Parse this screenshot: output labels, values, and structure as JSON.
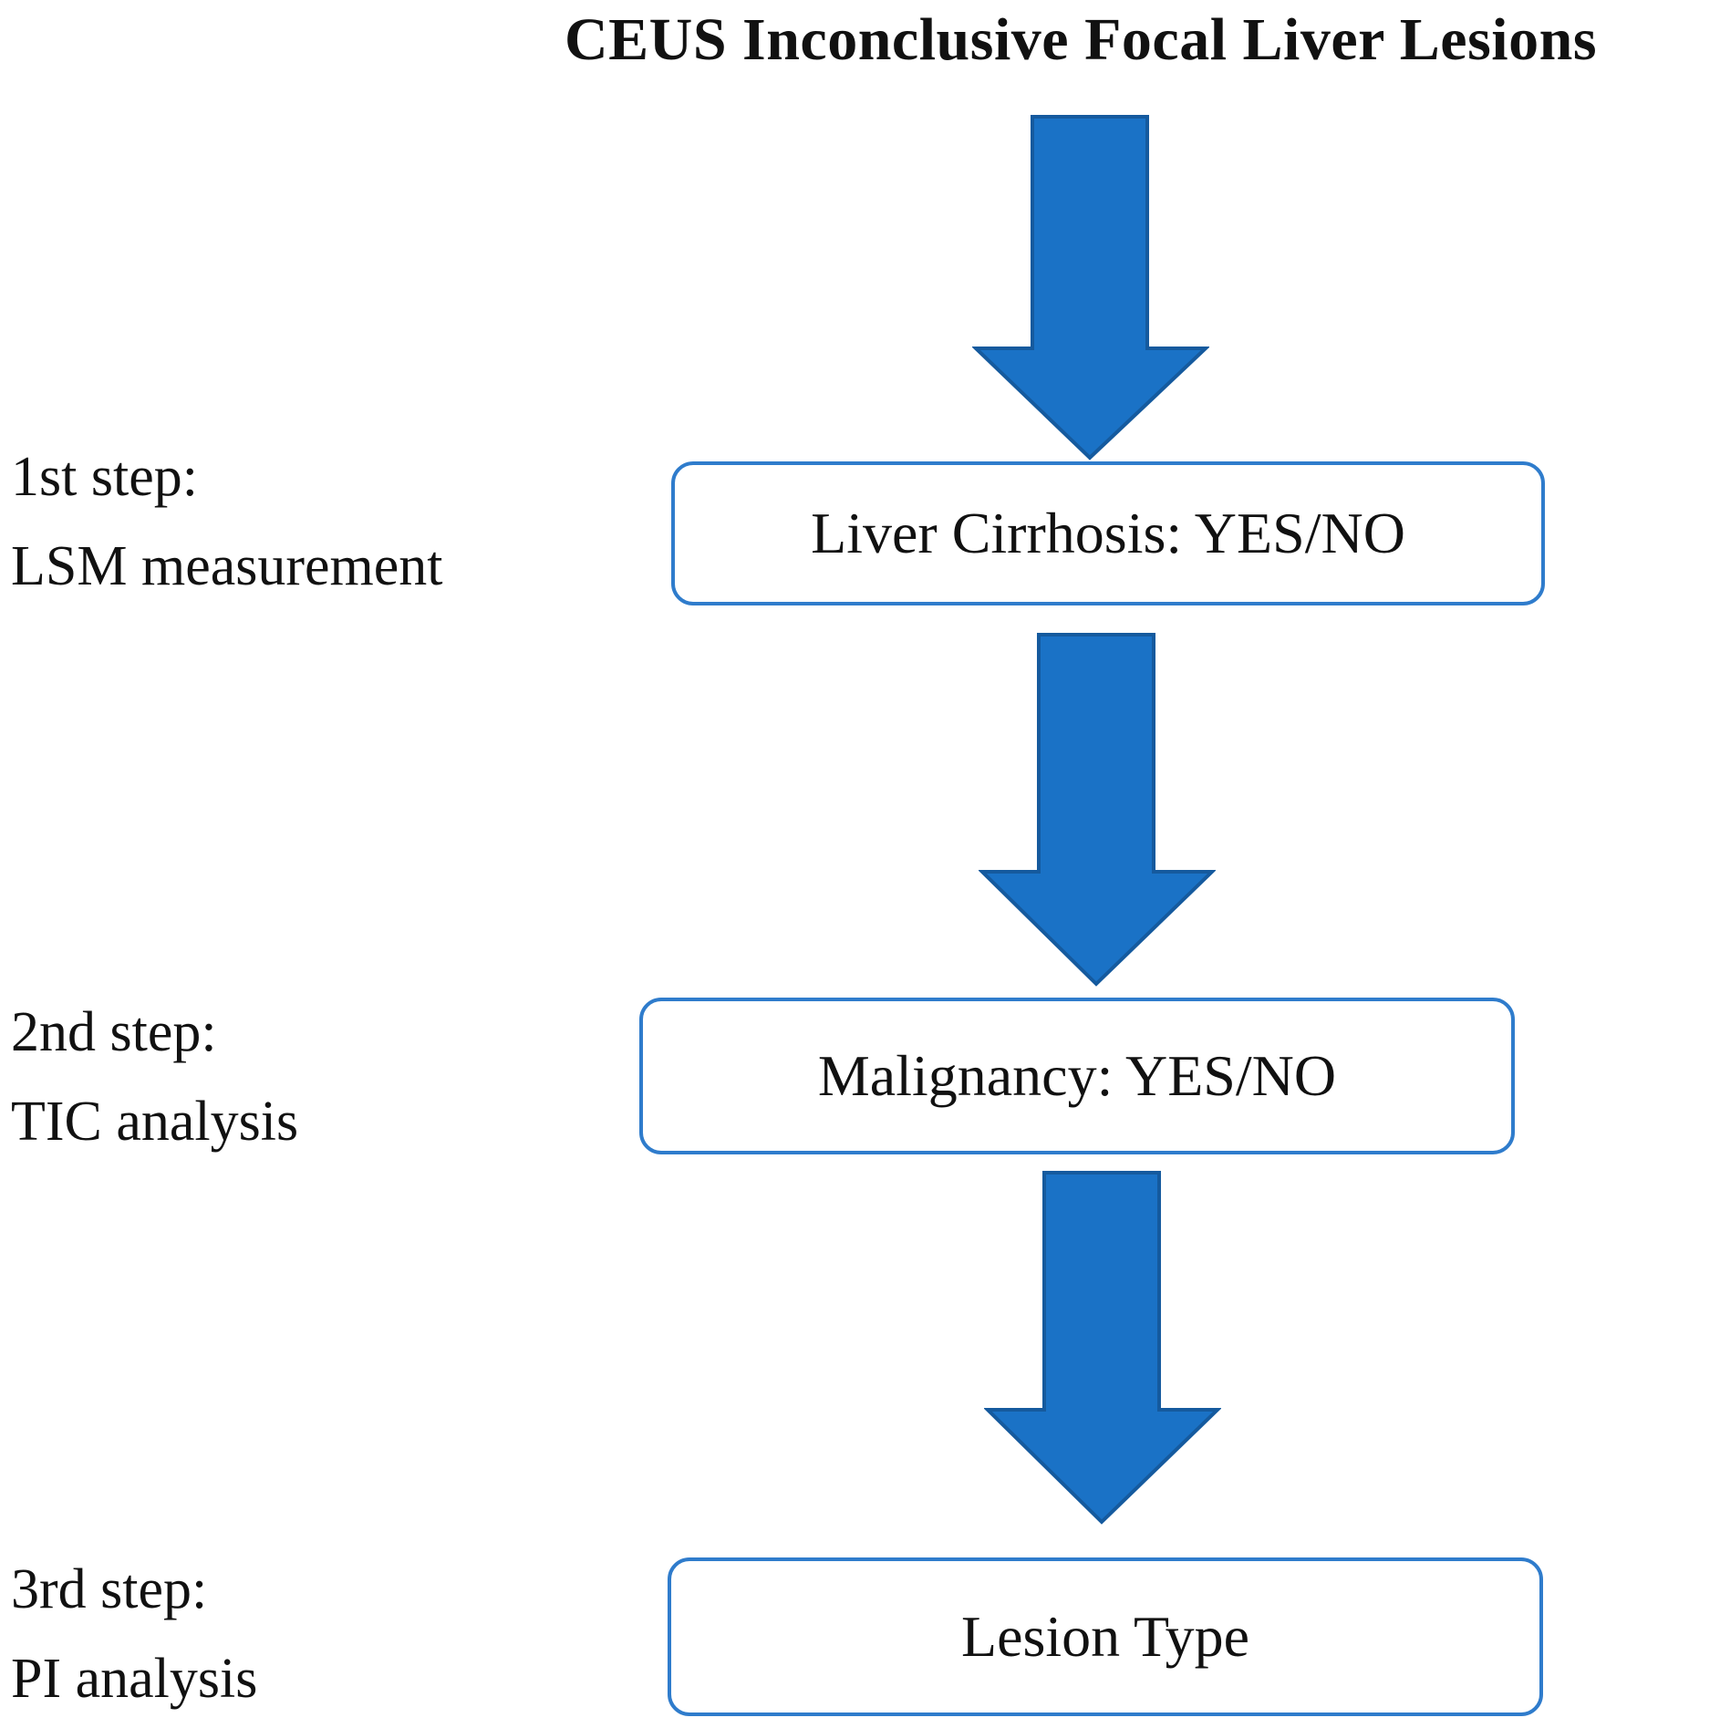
{
  "title": "CEUS Inconclusive Focal Liver Lesions",
  "colors": {
    "arrow_fill": "#1a72c6",
    "arrow_stroke": "#155a9e",
    "box_border": "#2f7ccc"
  },
  "steps": [
    {
      "label_line1": "1st step:",
      "label_line2": "LSM measurement",
      "box_text": "Liver Cirrhosis: YES/NO"
    },
    {
      "label_line1": "2nd step:",
      "label_line2": "TIC analysis",
      "box_text": "Malignancy: YES/NO"
    },
    {
      "label_line1": "3rd step:",
      "label_line2": "PI analysis",
      "box_text": "Lesion Type"
    }
  ]
}
